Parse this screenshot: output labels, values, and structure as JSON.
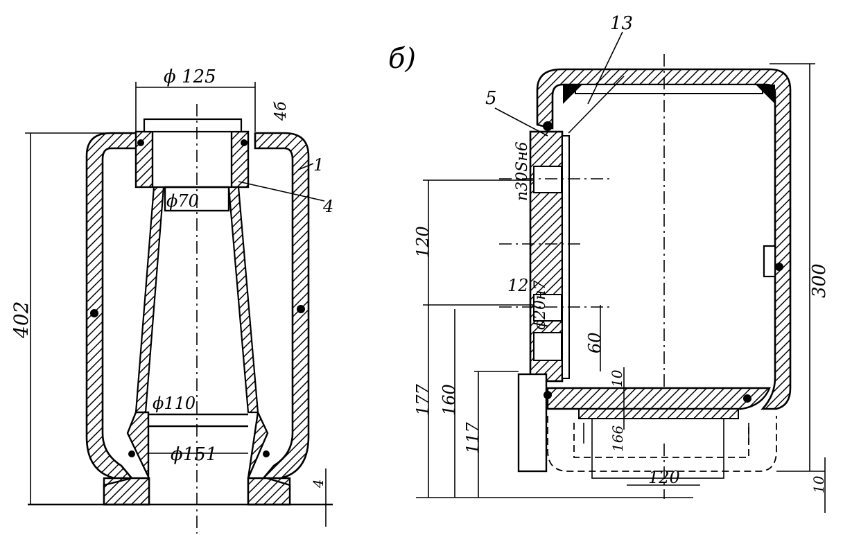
{
  "colors": {
    "ink": "#000000",
    "paper": "#ffffff"
  },
  "left_view": {
    "dim_top_diameter": "ϕ 125",
    "dim_top_small": "4б",
    "dim_inner_neck": "ϕ70",
    "dim_lower_inner": "ϕ110",
    "dim_base_bore": "ϕ151",
    "dim_height": "402",
    "dim_foot": "4",
    "callout_1": "1",
    "callout_4": "4"
  },
  "right_view": {
    "view_letter": "б)",
    "callout_13": "13",
    "callout_5": "5",
    "callout_12": "12",
    "fit_upper": "п30Sн6",
    "fit_lower": "ϕ20н7",
    "dim_120_vertical": "120",
    "dim_177": "177",
    "dim_160": "160",
    "dim_117": "117",
    "dim_60": "60",
    "dim_10_small": "10",
    "dim_166": "166",
    "dim_120_bottom": "120",
    "dim_300": "300",
    "dim_10_bottom": "10"
  }
}
